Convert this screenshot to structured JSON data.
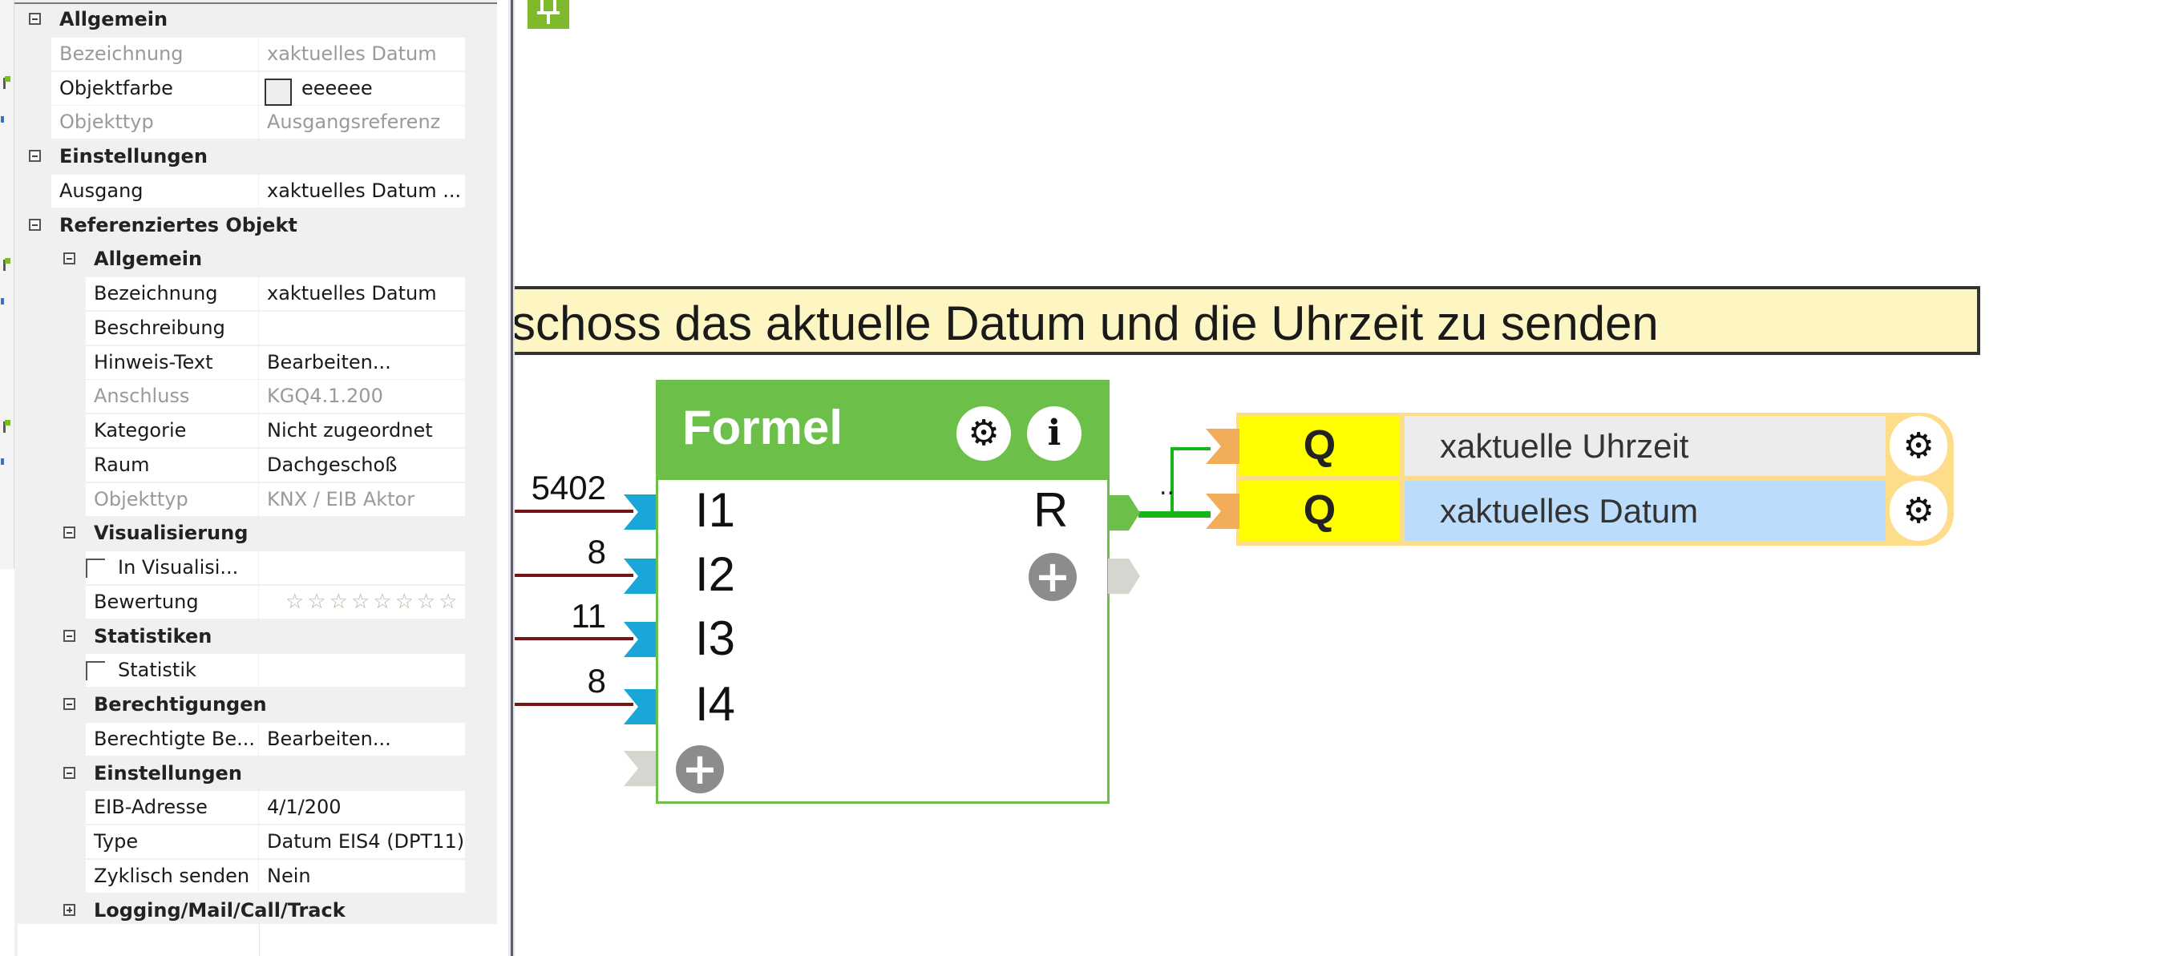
{
  "property_grid": {
    "rows": [
      {
        "kind": "group",
        "level": 0,
        "label": "Allgemein",
        "expanded": true
      },
      {
        "kind": "prop",
        "level": 0,
        "label": "Bezeichnung",
        "value": "xaktuelles Datum",
        "muted": true
      },
      {
        "kind": "prop",
        "level": 0,
        "label": "Objektfarbe",
        "value": "eeeeee",
        "swatch": "#eeeeee"
      },
      {
        "kind": "prop",
        "level": 0,
        "label": "Objekttyp",
        "value": "Ausgangsreferenz",
        "muted": true
      },
      {
        "kind": "group",
        "level": 0,
        "label": "Einstellungen",
        "expanded": true
      },
      {
        "kind": "prop",
        "level": 0,
        "label": "Ausgang",
        "value": "xaktuelles Datum ..."
      },
      {
        "kind": "group",
        "level": 0,
        "label": "Referenziertes Objekt",
        "expanded": true
      },
      {
        "kind": "group",
        "level": 1,
        "label": "Allgemein",
        "expanded": true
      },
      {
        "kind": "prop",
        "level": 1,
        "label": "Bezeichnung",
        "value": "xaktuelles Datum"
      },
      {
        "kind": "prop",
        "level": 1,
        "label": "Beschreibung",
        "value": ""
      },
      {
        "kind": "prop",
        "level": 1,
        "label": "Hinweis-Text",
        "value": "Bearbeiten..."
      },
      {
        "kind": "prop",
        "level": 1,
        "label": "Anschluss",
        "value": "KGQ4.1.200",
        "muted": true
      },
      {
        "kind": "prop",
        "level": 1,
        "label": "Kategorie",
        "value": "Nicht zugeordnet"
      },
      {
        "kind": "prop",
        "level": 1,
        "label": "Raum",
        "value": "Dachgeschoß"
      },
      {
        "kind": "prop",
        "level": 1,
        "label": "Objekttyp",
        "value": "KNX / EIB Aktor",
        "muted": true
      },
      {
        "kind": "group",
        "level": 1,
        "label": "Visualisierung",
        "expanded": true
      },
      {
        "kind": "check",
        "level": 1,
        "label": "In Visualisi...",
        "checked": false
      },
      {
        "kind": "stars",
        "level": 1,
        "label": "Bewertung",
        "rating": 0
      },
      {
        "kind": "group",
        "level": 1,
        "label": "Statistiken",
        "expanded": true
      },
      {
        "kind": "check",
        "level": 1,
        "label": "Statistik",
        "checked": false
      },
      {
        "kind": "group",
        "level": 1,
        "label": "Berechtigungen",
        "expanded": true
      },
      {
        "kind": "prop",
        "level": 1,
        "label": "Berechtigte Be...",
        "value": "Bearbeiten..."
      },
      {
        "kind": "group",
        "level": 1,
        "label": "Einstellungen",
        "expanded": true
      },
      {
        "kind": "prop",
        "level": 1,
        "label": "EIB-Adresse",
        "value": "4/1/200"
      },
      {
        "kind": "prop",
        "level": 1,
        "label": "Type",
        "value": "Datum EIS4 (DPT11)"
      },
      {
        "kind": "prop",
        "level": 1,
        "label": "Zyklisch senden",
        "value": "Nein"
      },
      {
        "kind": "group",
        "level": 1,
        "label": "Logging/Mail/Call/Track",
        "expanded": false
      }
    ]
  },
  "canvas": {
    "comment": "schoss das aktuelle Datum und die Uhrzeit zu senden",
    "formel": {
      "title": "Formel",
      "gear_icon": "gear-icon",
      "info_icon": "info-icon",
      "info_glyph": "i",
      "inputs": [
        {
          "label": "I1",
          "value": "5402"
        },
        {
          "label": "I2",
          "value": "8"
        },
        {
          "label": "I3",
          "value": "11"
        },
        {
          "label": "I4",
          "value": "8"
        }
      ],
      "output": {
        "label": "R"
      },
      "add_glyph": "+"
    },
    "connection_marker": "..",
    "outputs": [
      {
        "q": "Q",
        "name": "xaktuelle Uhrzeit",
        "color": "#ececec"
      },
      {
        "q": "Q",
        "name": "xaktuelles Datum",
        "color": "#bcdcfb"
      }
    ],
    "colors": {
      "formel_green": "#6cc04a",
      "input_port": "#1aa6d6",
      "wire": "#7a1414",
      "q_yellow": "#ffff00",
      "q_border": "#fddc8a"
    }
  }
}
